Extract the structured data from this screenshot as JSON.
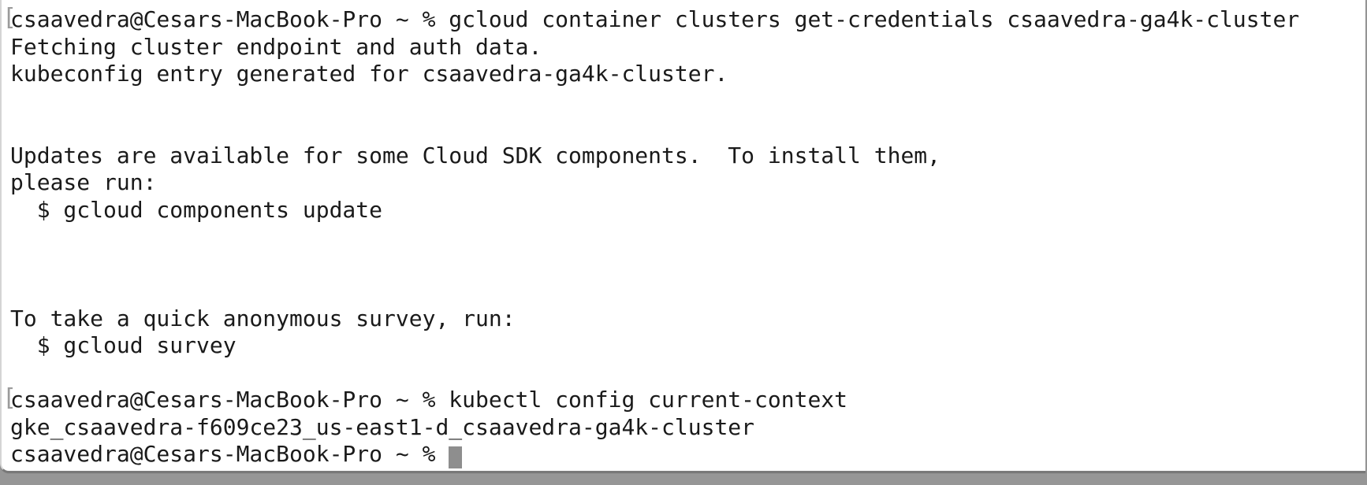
{
  "terminal": {
    "colors": {
      "background": "#ffffff",
      "text": "#1a1a1a",
      "cursor": "#8e8e8e",
      "prompt_mark": "#9b9b9b",
      "window_border": "#d4d4d4",
      "window_bottom_edge": "#7a7a7a",
      "desktop_strip": "#969696"
    },
    "prompt": "csaavedra@Cesars-MacBook-Pro ~ %",
    "cursor_style": "block",
    "lines": [
      {
        "mark": "[",
        "text": "csaavedra@Cesars-MacBook-Pro ~ % gcloud container clusters get-credentials csaavedra-ga4k-cluster"
      },
      {
        "text": "Fetching cluster endpoint and auth data."
      },
      {
        "text": "kubeconfig entry generated for csaavedra-ga4k-cluster."
      },
      {
        "text": ""
      },
      {
        "text": ""
      },
      {
        "text": "Updates are available for some Cloud SDK components.  To install them,"
      },
      {
        "text": "please run:"
      },
      {
        "text": "  $ gcloud components update"
      },
      {
        "text": ""
      },
      {
        "text": ""
      },
      {
        "text": ""
      },
      {
        "text": "To take a quick anonymous survey, run:"
      },
      {
        "text": "  $ gcloud survey"
      },
      {
        "text": ""
      },
      {
        "mark": "[",
        "text": "csaavedra@Cesars-MacBook-Pro ~ % kubectl config current-context"
      },
      {
        "text": "gke_csaavedra-f609ce23_us-east1-d_csaavedra-ga4k-cluster"
      },
      {
        "text": "csaavedra@Cesars-MacBook-Pro ~ % ",
        "cursor": true
      }
    ]
  }
}
